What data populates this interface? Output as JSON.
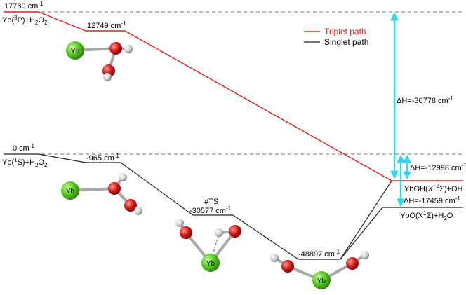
{
  "colors": {
    "triplet": "#ee1c1c",
    "singlet": "#222222",
    "enthalpy_arrow": "#33d6ee",
    "ref_dash": "#777777",
    "yb_atom": "#55c820",
    "o_atom": "#d01818",
    "h_atom": "#d8d8d8"
  },
  "legend": {
    "triplet": "Triplet path",
    "singlet": "Singlet path"
  },
  "levels": {
    "triplet_start": "17780 cm",
    "triplet_start_species": "Yb(",
    "triplet_start_state": "3",
    "triplet_start_rest": "P)+H",
    "triplet_int": "12749 cm",
    "singlet_start": "0 cm",
    "singlet_start_species": "Yb(",
    "singlet_start_state": "1",
    "singlet_start_rest": "S)+H",
    "singlet_int": "-965 cm",
    "ts_tag": "#TS",
    "ts_energy": "-30577 cm",
    "min_energy": "-48897 cm",
    "prod_ybo": "YbO(X",
    "prod_ybo_state": "1",
    "prod_ybo_rest": "Σ)+H",
    "prod_ybo_water": "O",
    "prod_yboh": "YbOH(",
    "prod_yboh_x": "X",
    "prod_yboh_state": "2",
    "prod_yboh_rest": "Σ)+OH",
    "unit_exp": "-1",
    "sub_two": "2"
  },
  "enthalpies": {
    "dh1": "ΔH=-30778 cm",
    "dh2": "ΔH=-12998 cm",
    "dh3": "ΔH=-17459 cm"
  },
  "atoms": {
    "yb": "Yb"
  }
}
